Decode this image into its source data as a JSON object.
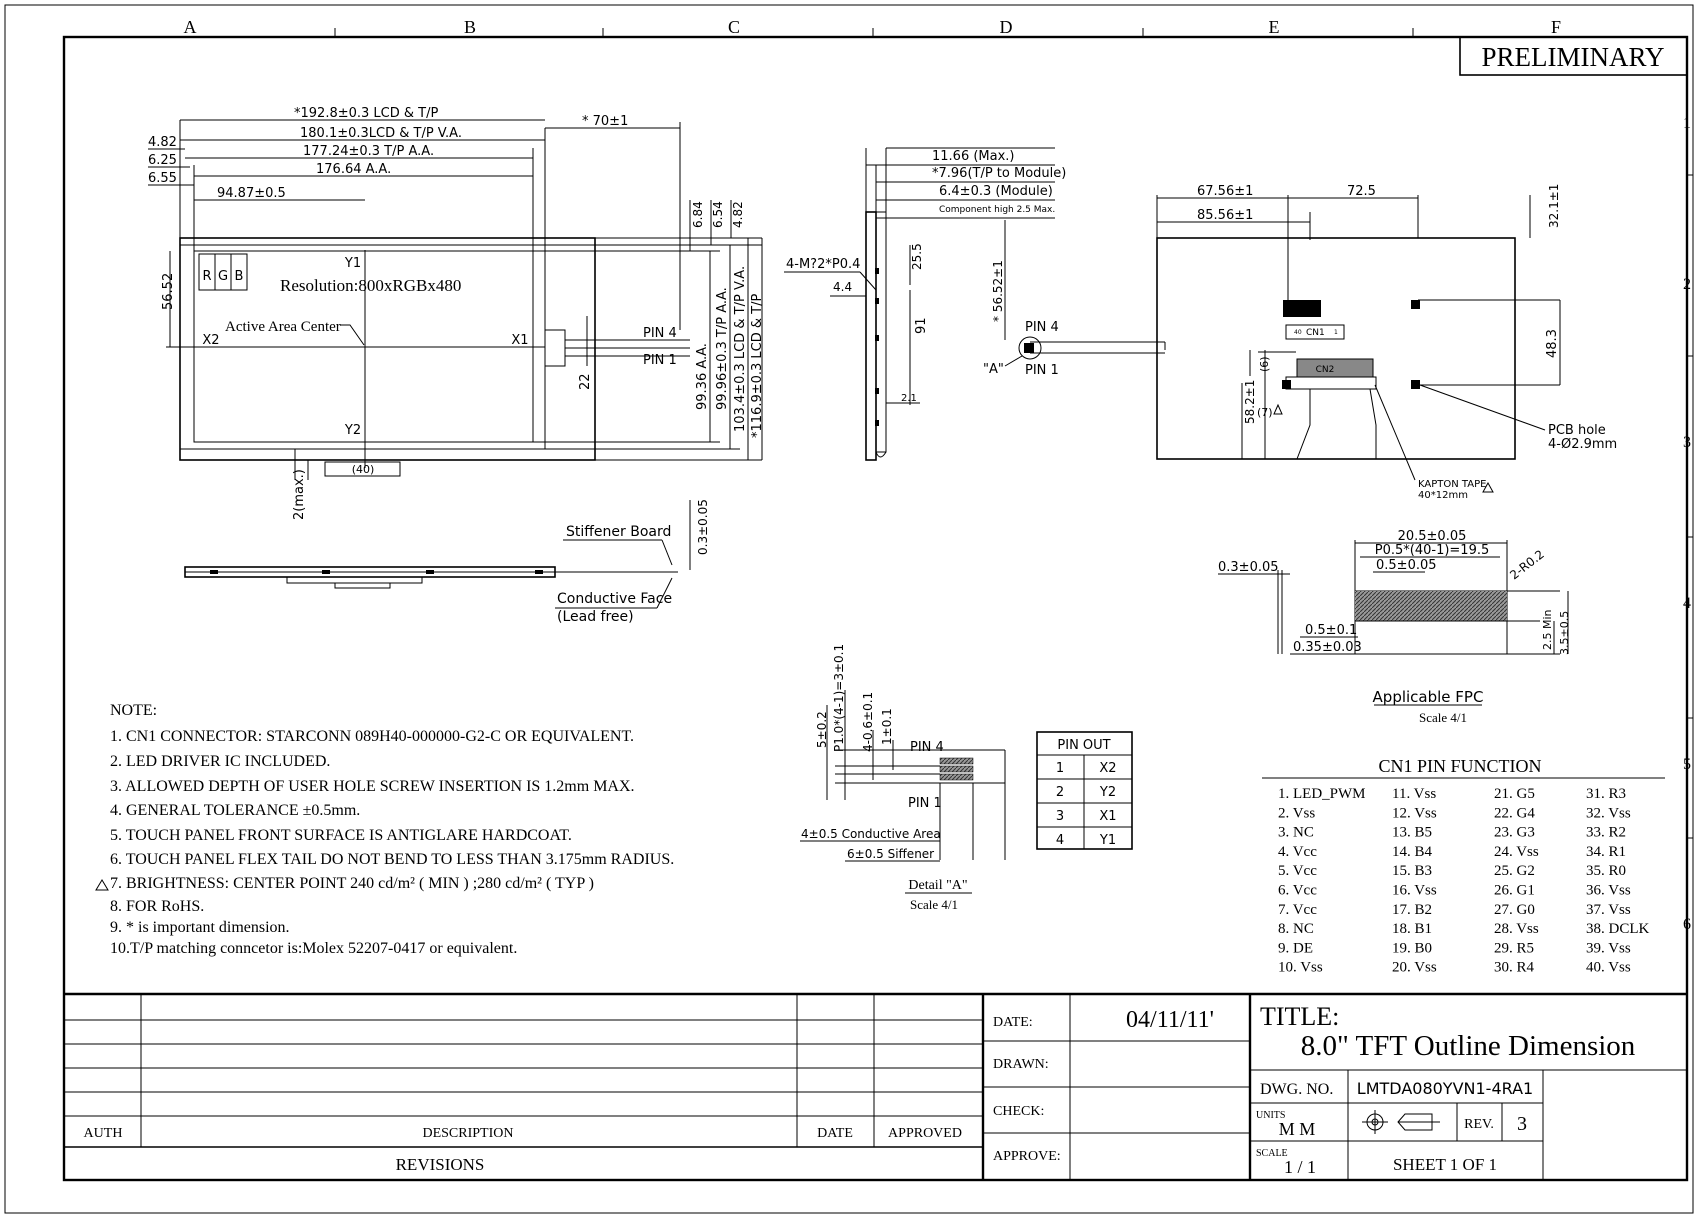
{
  "border": {
    "columns": [
      "A",
      "B",
      "C",
      "D",
      "E",
      "F"
    ],
    "rows": [
      "1",
      "2",
      "3",
      "4",
      "5",
      "6"
    ],
    "stamp": "PRELIMINARY"
  },
  "front_view": {
    "dims_top": [
      "*192.8±0.3 LCD & T/P",
      "180.1±0.3LCD & T/P V.A.",
      "177.24±0.3 T/P A.A.",
      "176.64 A.A.",
      "94.87±0.5",
      "* 70±1"
    ],
    "dims_left": [
      "4.82",
      "6.25",
      "6.55",
      "56.52"
    ],
    "dims_right_small": [
      "6.84",
      "6.54",
      "4.82"
    ],
    "dims_right": [
      "99.36 A.A.",
      "99.96±0.3 T/P A.A.",
      "103.4±0.3 LCD & T/P V.A.",
      "*116.9±0.3 LCD & T/P"
    ],
    "rgb": [
      "R",
      "G",
      "B"
    ],
    "resolution": "Resolution:800xRGBx480",
    "active_area_center": "Active Area Center",
    "axes": [
      "Y1",
      "Y2",
      "X1",
      "X2"
    ],
    "pins": [
      "PIN 4",
      "PIN 1"
    ],
    "dim_22": "22",
    "dim_40": "(40)",
    "dim_2max": "2(max.)"
  },
  "side_view": {
    "dims": [
      "11.66 (Max.)",
      "*7.96(T/P to Module)",
      "6.4±0.3 (Module)",
      "Component high 2.5 Max."
    ],
    "screw": "4-M?2*P0.4",
    "dim_4_4": "4.4",
    "dim_25_5": "25.5",
    "dim_91": "91",
    "dim_2_1": "2.1",
    "dim_56_52": "* 56.52±1",
    "pins": [
      "PIN 4",
      "PIN 1"
    ],
    "detail_ref": "\"A\""
  },
  "bottom_view": {
    "stiffener": "Stiffener Board",
    "conductive": "Conductive Face",
    "lead_free": "(Lead free)",
    "thickness": "0.3±0.05"
  },
  "rear_view": {
    "dims": [
      "67.56±1",
      "72.5",
      "85.56±1",
      "32.1±1",
      "48.3",
      "(6)",
      "58.2±1",
      "(7)"
    ],
    "cn1": "CN1",
    "cn1_pins": [
      "40",
      "1"
    ],
    "cn2": "CN2",
    "pcb_hole": [
      "PCB hole",
      "4-Ø2.9mm"
    ],
    "kapton": [
      "KAPTON TAPE",
      "40*12mm"
    ]
  },
  "fpc": {
    "dims": [
      "20.5±0.05",
      "P0.5*(40-1)=19.5",
      "0.5±0.05",
      "2-R0.2",
      "0.3±0.05",
      "0.5±0.1",
      "0.35±0.03",
      "2.5 Min",
      "3.5±0.5"
    ],
    "label": "Applicable FPC",
    "scale": "Scale 4/1"
  },
  "detail_a": {
    "dims": [
      "5±0.2",
      "P1.0*(4-1)=3±0.1",
      "4-0.6±0.1",
      "1±0.1",
      "4±0.5 Conductive Area",
      "6±0.5 Siffener"
    ],
    "pins": [
      "PIN 4",
      "PIN 1"
    ],
    "label": "Detail \"A\"",
    "scale": "Scale 4/1"
  },
  "pinout": {
    "header": "PIN OUT",
    "rows": [
      [
        "1",
        "X2"
      ],
      [
        "2",
        "Y2"
      ],
      [
        "3",
        "X1"
      ],
      [
        "4",
        "Y1"
      ]
    ]
  },
  "notes": {
    "title": "NOTE:",
    "items": [
      "1. CN1 CONNECTOR: STARCONN 089H40-000000-G2-C OR EQUIVALENT.",
      "2. LED DRIVER IC INCLUDED.",
      "3. ALLOWED DEPTH OF USER HOLE SCREW INSERTION IS 1.2mm MAX.",
      "4. GENERAL TOLERANCE ±0.5mm.",
      "5. TOUCH PANEL FRONT SURFACE IS ANTIGLARE HARDCOAT.",
      "6. TOUCH PANEL FLEX TAIL DO NOT BEND TO LESS THAN 3.175mm RADIUS.",
      "7. BRIGHTNESS: CENTER POINT 240 cd/m² ( MIN ) ;280 cd/m² ( TYP )",
      "8. FOR RoHS.",
      "9. * is important dimension.",
      "10.T/P matching conncetor is:Molex 52207-0417 or equivalent."
    ]
  },
  "cn1_function": {
    "title": "CN1 PIN FUNCTION",
    "columns": [
      [
        "1. LED_PWM",
        "2. Vss",
        "3. NC",
        "4. Vcc",
        "5. Vcc",
        "6. Vcc",
        "7. Vcc",
        "8. NC",
        "9. DE",
        "10. Vss"
      ],
      [
        "11. Vss",
        "12. Vss",
        "13. B5",
        "14. B4",
        "15. B3",
        "16. Vss",
        "17. B2",
        "18. B1",
        "19. B0",
        "20. Vss"
      ],
      [
        "21. G5",
        "22. G4",
        "23. G3",
        "24. Vss",
        "25. G2",
        "26. G1",
        "27. G0",
        "28. Vss",
        "29. R5",
        "30. R4"
      ],
      [
        "31. R3",
        "32. Vss",
        "33. R2",
        "34. R1",
        "35. R0",
        "36. Vss",
        "37. Vss",
        "38. DCLK",
        "39. Vss",
        "40. Vss"
      ]
    ]
  },
  "title_block": {
    "revisions": {
      "auth": "AUTH",
      "description": "DESCRIPTION",
      "date": "DATE",
      "approved": "APPROVED",
      "footer": "REVISIONS"
    },
    "date_label": "DATE:",
    "date_value": "04/11/11'",
    "drawn_label": "DRAWN:",
    "check_label": "CHECK:",
    "approve_label": "APPROVE:",
    "title_label": "TITLE:",
    "title_value": "8.0\" TFT  Outline  Dimension",
    "dwg_label": "DWG. NO.",
    "dwg_value": "LMTDA080YVN1-4RA1",
    "units_label": "UNITS",
    "units_value": "M M",
    "rev_label": "REV.",
    "rev_value": "3",
    "scale_label": "SCALE",
    "scale_value": "1 / 1",
    "sheet": "SHEET  1  OF  1"
  }
}
